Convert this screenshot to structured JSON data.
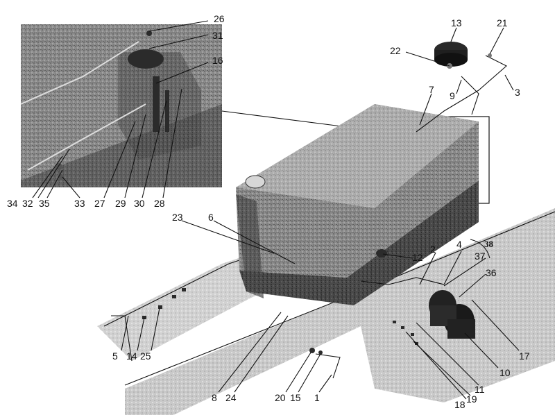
{
  "diagram": {
    "labels": {
      "l1": "1",
      "l2": "2",
      "l3": "3",
      "l4": "4",
      "l5": "5",
      "l6": "6",
      "l7": "7",
      "l8": "8",
      "l9": "9",
      "l10": "10",
      "l11": "11",
      "l12": "12",
      "l13": "13",
      "l14": "14",
      "l15": "15",
      "l16": "16",
      "l17": "17",
      "l18": "18",
      "l19": "19",
      "l20": "20",
      "l21": "21",
      "l22": "22",
      "l23": "23",
      "l24": "24",
      "l25": "25",
      "l26": "26",
      "l27": "27",
      "l28": "28",
      "l29": "29",
      "l30": "30",
      "l31": "31",
      "l32": "32",
      "l33": "33",
      "l34": "34",
      "l35": "35",
      "l36": "36",
      "l37": "37",
      "l38": "38"
    }
  }
}
